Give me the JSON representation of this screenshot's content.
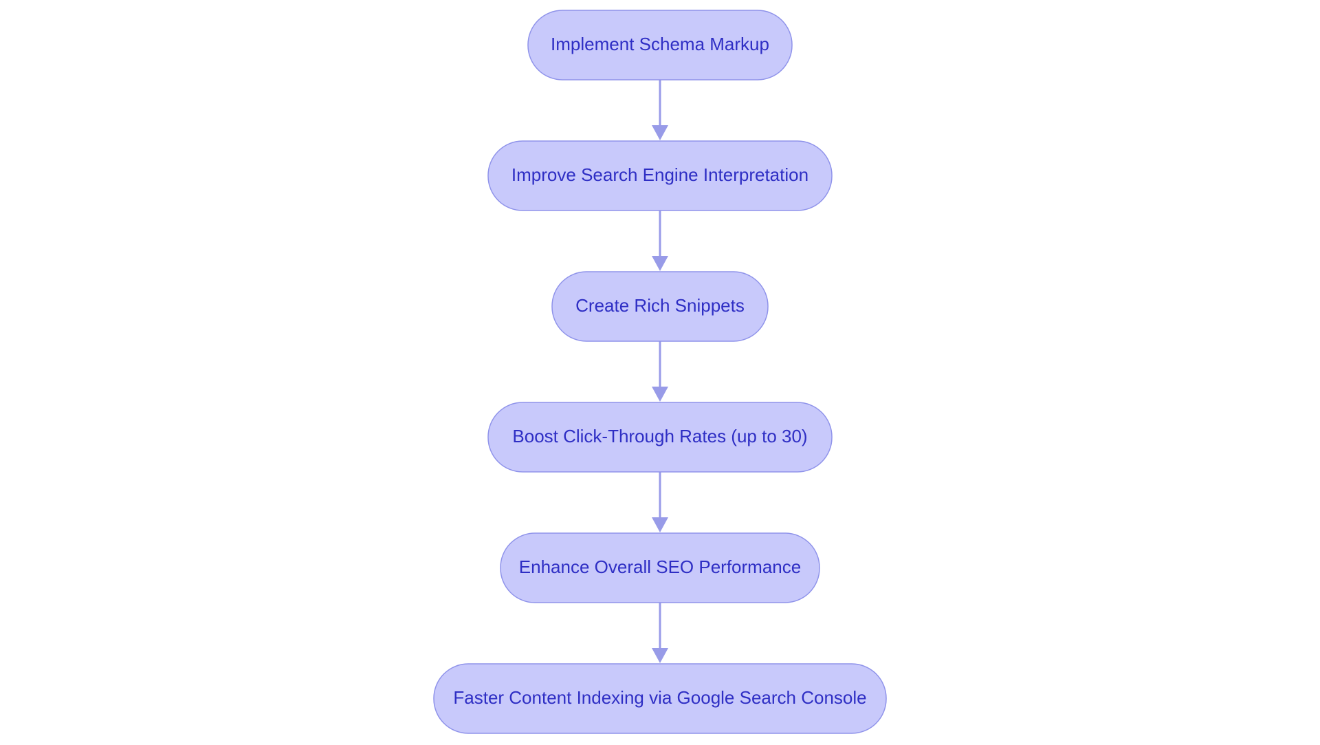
{
  "flowchart": {
    "steps": [
      {
        "id": "step-1",
        "label": "Implement Schema Markup"
      },
      {
        "id": "step-2",
        "label": "Improve Search Engine Interpretation"
      },
      {
        "id": "step-3",
        "label": "Create Rich Snippets"
      },
      {
        "id": "step-4",
        "label": "Boost Click-Through Rates (up to 30)"
      },
      {
        "id": "step-5",
        "label": "Enhance Overall SEO Performance"
      },
      {
        "id": "step-6",
        "label": "Faster Content Indexing via Google Search Console"
      }
    ],
    "connections": [
      {
        "from": "step-1",
        "to": "step-2"
      },
      {
        "from": "step-2",
        "to": "step-3"
      },
      {
        "from": "step-3",
        "to": "step-4"
      },
      {
        "from": "step-4",
        "to": "step-5"
      },
      {
        "from": "step-5",
        "to": "step-6"
      }
    ],
    "colors": {
      "node_fill": "#c8c9fb",
      "node_border": "#8f93ea",
      "node_text": "#2e2ec4",
      "edge": "#989be8"
    }
  }
}
